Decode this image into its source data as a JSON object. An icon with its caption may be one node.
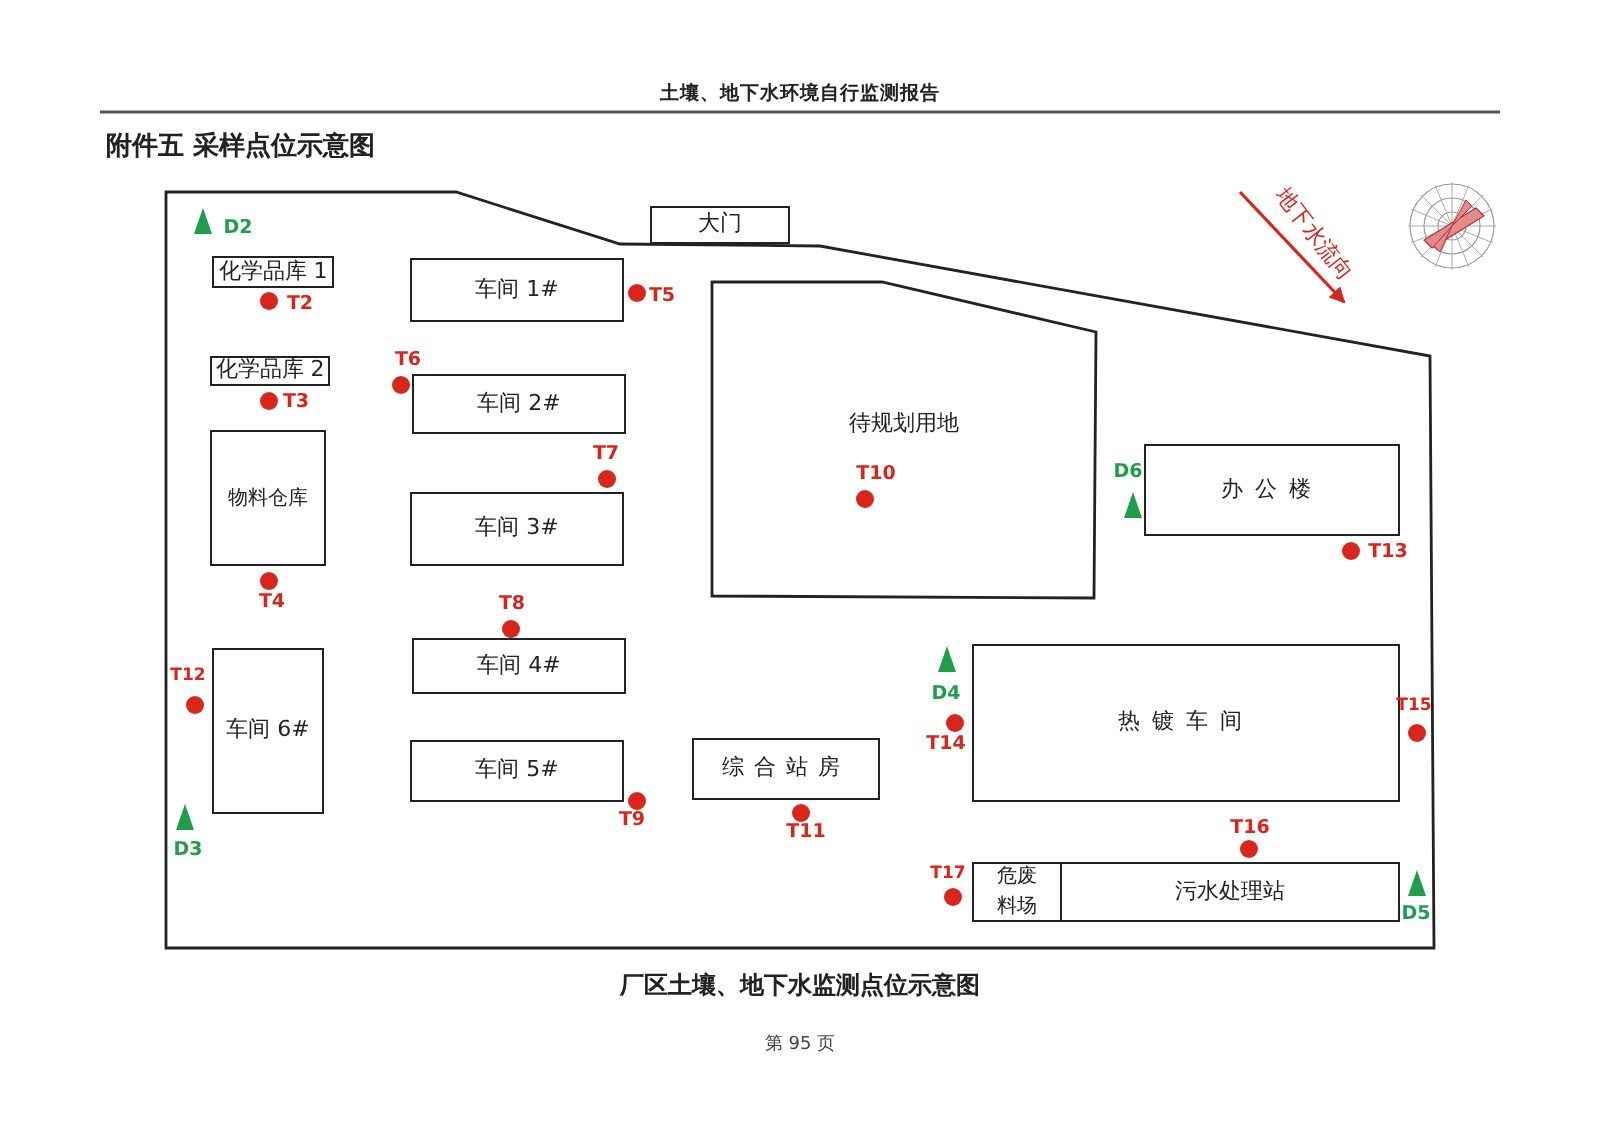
{
  "diagram": {
    "title": "附件五 采样点位示意图",
    "caption": "厂区土壤、地下水监测点位示意图",
    "nodes": [
      {
        "text": [
          "大门"
        ]
      },
      {
        "text": [
          "化学品库 1"
        ]
      },
      {
        "text": [
          "车间 1#"
        ]
      },
      {
        "text": [
          "待规划用地"
        ]
      },
      {
        "text": [
          "化学品库 2"
        ]
      },
      {
        "text": [
          "车间 2#"
        ]
      },
      {
        "text": [
          "办公楼"
        ]
      },
      {
        "text": [
          "物料仓库"
        ]
      },
      {
        "text": [
          "车间 3#"
        ]
      },
      {
        "text": [
          "车间 4#"
        ]
      },
      {
        "text": [
          "热镀车间"
        ]
      },
      {
        "text": [
          "车间 6#"
        ]
      },
      {
        "text": [
          "车间 5#"
        ]
      },
      {
        "text": [
          "综合站房"
        ]
      },
      {
        "text": [
          "危废料场"
        ]
      },
      {
        "text": [
          "污水处理站"
        ]
      }
    ],
    "labels": [
      "土壤、地下水环境自行监测报告",
      "地下水流向",
      "D2",
      "T2",
      "T5",
      "T6",
      "T3",
      "T7",
      "T10",
      "D6",
      "T13",
      "T4",
      "T8",
      "T12",
      "D4",
      "T15",
      "T14",
      "T9",
      "T11",
      "T16",
      "T17",
      "D3",
      "D5",
      "第 95 页"
    ]
  }
}
